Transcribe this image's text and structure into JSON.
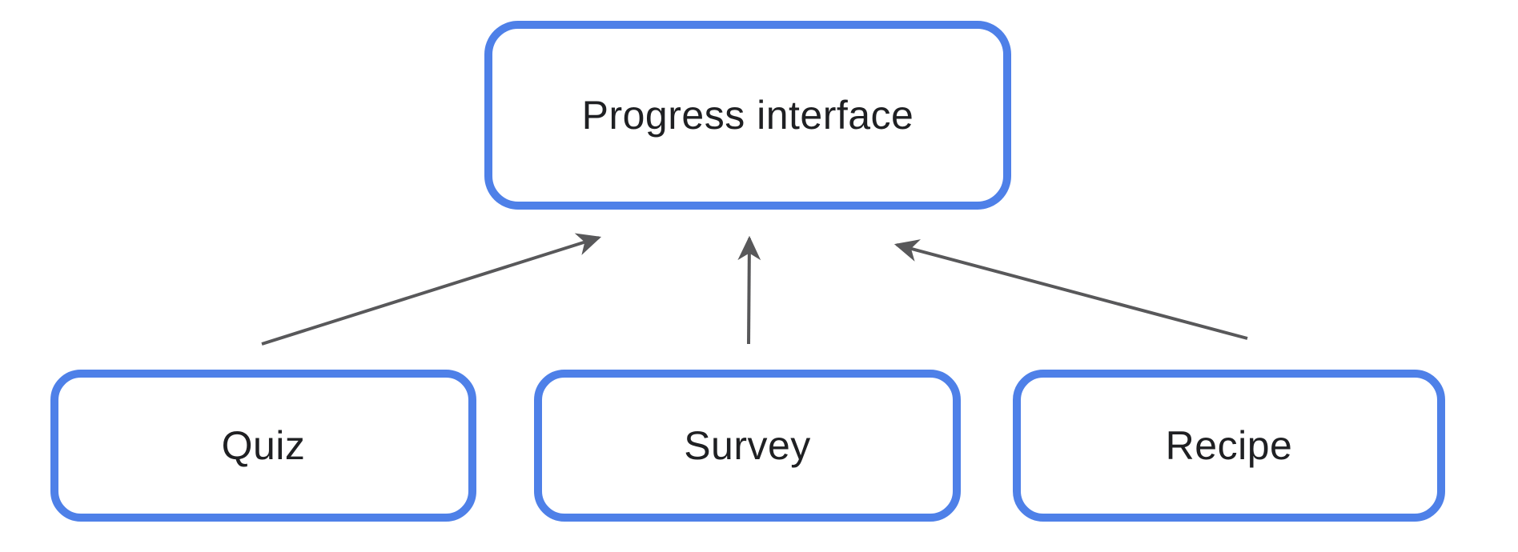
{
  "diagram": {
    "nodes": {
      "progress": {
        "label": "Progress interface"
      },
      "quiz": {
        "label": "Quiz"
      },
      "survey": {
        "label": "Survey"
      },
      "recipe": {
        "label": "Recipe"
      }
    },
    "edges": [
      {
        "from": "Quiz",
        "to": "Progress interface",
        "direction": "up"
      },
      {
        "from": "Survey",
        "to": "Progress interface",
        "direction": "up"
      },
      {
        "from": "Recipe",
        "to": "Progress interface",
        "direction": "up"
      }
    ],
    "colors": {
      "node_border": "#4E80E8",
      "arrow": "#58585A",
      "label_text": "#1F2023",
      "background": "#FFFFFF"
    }
  }
}
